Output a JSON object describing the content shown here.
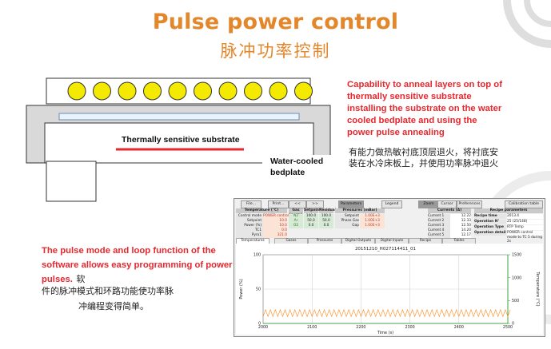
{
  "title": "Pulse power control",
  "title_cn": "脉冲功率控制",
  "diagram": {
    "substrate_label": "Thermally sensitive substrate",
    "bedplate_label": "Water-cooled bedplate",
    "colors": {
      "lamp": "#f4ea00",
      "substrate_line": "#e8262d",
      "bedplate": "#d9d9d9"
    }
  },
  "right_text": {
    "en": "Capability to anneal layers on top of thermally sensitive substrate installing the substrate on the water cooled bedplate and using the power pulse annealing",
    "cn": "有能力做热敏衬底顶层退火，将衬底安装在水冷床板上，并使用功率脉冲退火"
  },
  "left_text": {
    "en": "The pulse mode and loop function of the software allows easy programming of power pulses.",
    "cn_inline": "软",
    "cn_rest": "件的脉冲模式和环路功能使功率脉",
    "cn_last": "冲编程变得简单。"
  },
  "screenshot": {
    "toolbar": [
      "File...",
      "Print...",
      "<<",
      ">>",
      "Parameters",
      "Legend",
      "Zoom",
      "Cursor",
      "Preferences",
      "Calibration table"
    ],
    "temp_header": "Temperature (°C)",
    "gas_header": "Gas (sccm)",
    "setpoint_header": "Setpoint",
    "residual_header": "Residual",
    "pressure_header": "Pressures (mBar)",
    "currents_header": "Currents (A)",
    "recipe_header": "Recipe parameters",
    "temp_rows": [
      {
        "label": "Control mode",
        "value": "POWER control"
      },
      {
        "label": "Setpoint",
        "value": "10.0"
      },
      {
        "label": "Power (%)",
        "value": "10.0"
      },
      {
        "label": "TC1",
        "value": "0.0"
      },
      {
        "label": "Pyro1",
        "value": "321.0"
      }
    ],
    "gas_rows": [
      {
        "label": "N2",
        "setpoint": "100.0",
        "residual": "100.0"
      },
      {
        "label": "Ar",
        "setpoint": "50.0",
        "residual": "50.0"
      },
      {
        "label": "O2",
        "setpoint": "0.0",
        "residual": "0.0"
      }
    ],
    "pressure_rows": [
      {
        "label": "Setpoint",
        "value": "1.00E+3"
      },
      {
        "label": "Phase Gas",
        "value": "1.00E+3"
      },
      {
        "label": "Gap",
        "value": "1.00E+3"
      }
    ],
    "current_rows": [
      {
        "label": "Current 1",
        "value": "12.22"
      },
      {
        "label": "Current 2",
        "value": "12.33"
      },
      {
        "label": "Current 3",
        "value": "12.50"
      },
      {
        "label": "Current 4",
        "value": "14.20"
      },
      {
        "label": "Current 5",
        "value": "12.17"
      }
    ],
    "recipe_rows": [
      {
        "label": "Recipe time",
        "value": "2013.4"
      },
      {
        "label": "Operation N°",
        "value": "25 (25/148)"
      },
      {
        "label": "Operation Type",
        "value": "RTP Temp"
      },
      {
        "label": "Operation detail",
        "value": "POWER control mode to TC 5 during 2s"
      }
    ],
    "tabs": [
      "Temperatures",
      "Gases",
      "Pressures",
      "Digital Outputs",
      "Digital Inputs",
      "Recipe",
      "Tables"
    ],
    "chart_title": "20151210_H027114411_01"
  },
  "chart_data": {
    "type": "line",
    "title": "20151210_H027114411_01",
    "xlabel": "Time (s)",
    "ylabel": "Power (%)",
    "y2label": "Temperature (°C)",
    "xlim": [
      2000,
      2500
    ],
    "ylim": [
      0,
      100
    ],
    "y2lim": [
      0,
      1500
    ],
    "x_ticks": [
      2000,
      2100,
      2200,
      2300,
      2400,
      2500
    ],
    "y_ticks": [
      0,
      50,
      100
    ],
    "y2_ticks": [
      0,
      500,
      1000,
      1500
    ],
    "grid": true,
    "series": [
      {
        "axis": "left",
        "color": "#ff8a1f",
        "pulse_period": 10,
        "low": 10,
        "high": 20
      },
      {
        "axis": "right",
        "color": "#2aa02a",
        "constant": 0
      }
    ]
  }
}
